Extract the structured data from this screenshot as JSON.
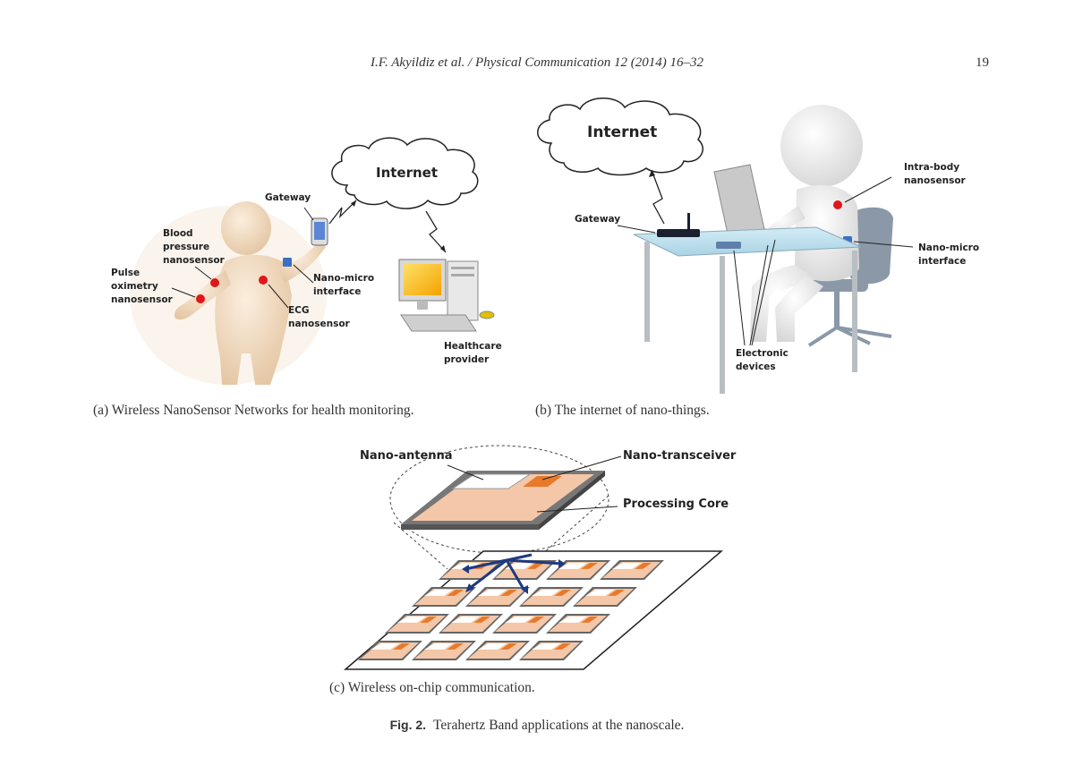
{
  "header": {
    "reference": "I.F. Akyildiz et al. / Physical Communication 12 (2014) 16–32",
    "page_number": "19"
  },
  "panel_a": {
    "internet": "Internet",
    "gateway": "Gateway",
    "blood_pressure": [
      "Blood",
      "pressure",
      "nanosensor"
    ],
    "pulse_oximetry": [
      "Pulse",
      "oximetry",
      "nanosensor"
    ],
    "nano_micro": [
      "Nano-micro",
      "interface"
    ],
    "ecg": [
      "ECG",
      "nanosensor"
    ],
    "healthcare": [
      "Healthcare",
      "provider"
    ],
    "caption": "(a) Wireless NanoSensor Networks for health monitoring."
  },
  "panel_b": {
    "internet": "Internet",
    "gateway": "Gateway",
    "intra_body": [
      "Intra-body",
      "nanosensor"
    ],
    "nano_micro": [
      "Nano-micro",
      "interface"
    ],
    "electronic": [
      "Electronic",
      "devices"
    ],
    "caption": "(b) The internet of nano-things."
  },
  "panel_c": {
    "nano_antenna": "Nano-antenna",
    "nano_transceiver": "Nano-transceiver",
    "processing_core": "Processing Core",
    "caption": "(c) Wireless on-chip communication."
  },
  "figure": {
    "label": "Fig. 2.",
    "title": "Terahertz Band applications at the nanoscale."
  },
  "colors": {
    "sensor_red": "#e0161b",
    "interface_blue": "#3a6fc4",
    "core_fill": "#f4c7a8",
    "transceiver_orange": "#e8792a",
    "arrow_navy": "#1f3a80",
    "figure_skin": "#f0dcc3"
  }
}
